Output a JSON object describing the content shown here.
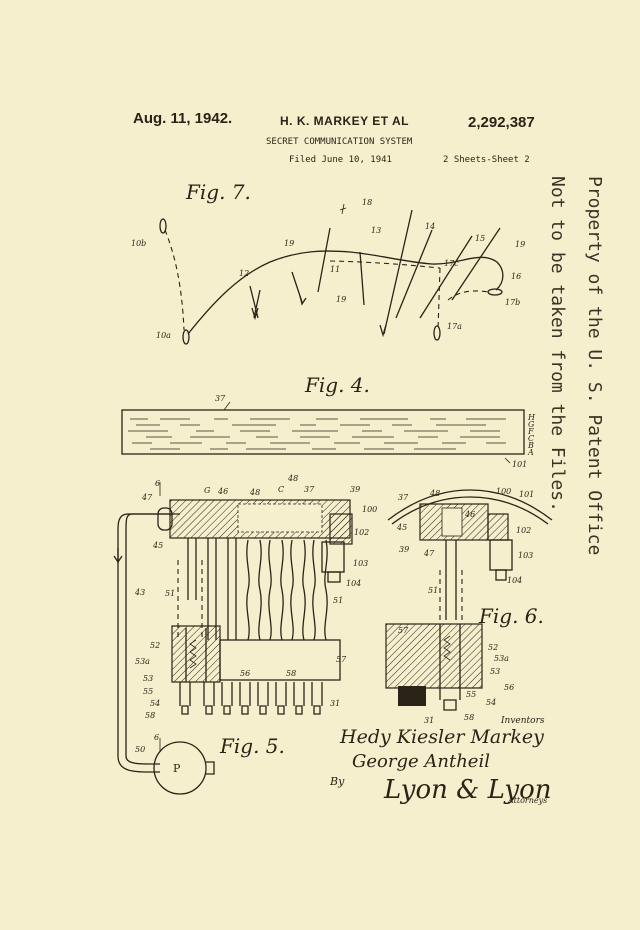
{
  "header": {
    "date": "Aug. 11, 1942.",
    "inventor": "H. K. MARKEY ET AL",
    "patent_number": "2,292,387",
    "title": "SECRET COMMUNICATION SYSTEM",
    "filed": "Filed June 10, 1941",
    "sheets": "2 Sheets-Sheet 2"
  },
  "stamp": {
    "line1": "Property of the U. S. Patent Office",
    "line2": "Not to be taken from the Files."
  },
  "figures": {
    "fig7": "Fig. 7.",
    "fig4": "Fig. 4.",
    "fig5": "Fig. 5.",
    "fig6": "Fig. 6."
  },
  "fig7_refs": [
    "10b",
    "19",
    "12",
    "11",
    "13",
    "14",
    "15",
    "19",
    "18",
    "17c",
    "16",
    "17b",
    "19",
    "17a",
    "10a"
  ],
  "fig4_refs": [
    "37",
    "H",
    "G",
    "F",
    "C",
    "B",
    "A",
    "101"
  ],
  "fig5_refs": [
    "6",
    "47",
    "G",
    "46",
    "48",
    "C",
    "48",
    "37",
    "39",
    "100",
    "102",
    "45",
    "103",
    "104",
    "43",
    "51",
    "51",
    "52",
    "53a",
    "57",
    "56",
    "58",
    "53",
    "55",
    "54",
    "31",
    "58",
    "50",
    "P",
    "6"
  ],
  "fig6_refs": [
    "37",
    "48",
    "100",
    "101",
    "45",
    "46",
    "102",
    "39",
    "47",
    "103",
    "104",
    "51",
    "57",
    "52",
    "53a",
    "53",
    "56",
    "55",
    "54",
    "31",
    "58"
  ],
  "signatures": {
    "inventor1": "Hedy Kiesler Markey",
    "inventor2": "George Antheil",
    "by": "By",
    "attorneys": "Lyon & Lyon",
    "inventors_label": "Inventors",
    "attorneys_label": "Attorneys"
  }
}
